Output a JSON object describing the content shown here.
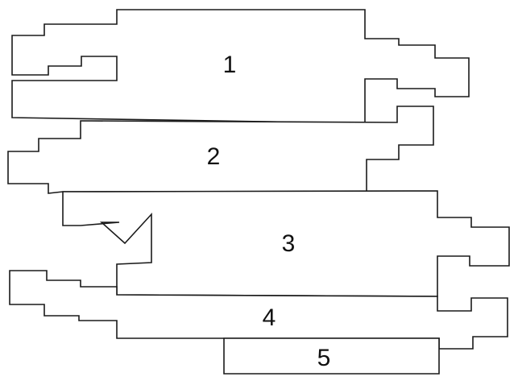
{
  "regions": [
    {
      "label": "1"
    },
    {
      "label": "2"
    },
    {
      "label": "3"
    },
    {
      "label": "4"
    },
    {
      "label": "5"
    }
  ]
}
